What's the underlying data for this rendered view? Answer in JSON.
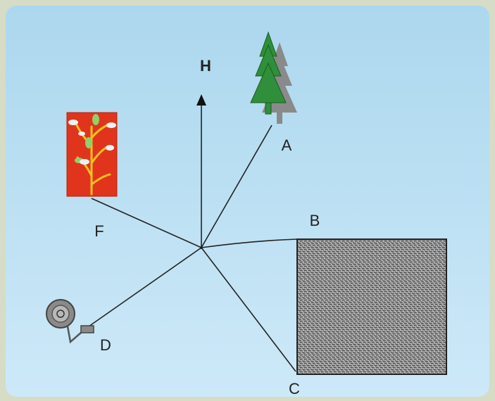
{
  "labels": {
    "north": "H",
    "a": "A",
    "b": "B",
    "c": "C",
    "d": "D",
    "f": "F"
  },
  "colors": {
    "frame": "#d6dcc6",
    "panel_top": "#acd7ee",
    "panel_bottom": "#cde9f8",
    "line": "#222222",
    "tree": "#2f8f3a",
    "tree_shadow": "#8a8a8a",
    "painting_bg": "#e1341c",
    "painting_branch": "#f4c21f",
    "box_fill": "#8a8a8a",
    "dish": "#8a8a8a"
  },
  "icons": [
    "north-arrow-icon",
    "pine-tree-icon",
    "painting-icon",
    "satellite-dish-icon",
    "hatched-box-icon"
  ]
}
